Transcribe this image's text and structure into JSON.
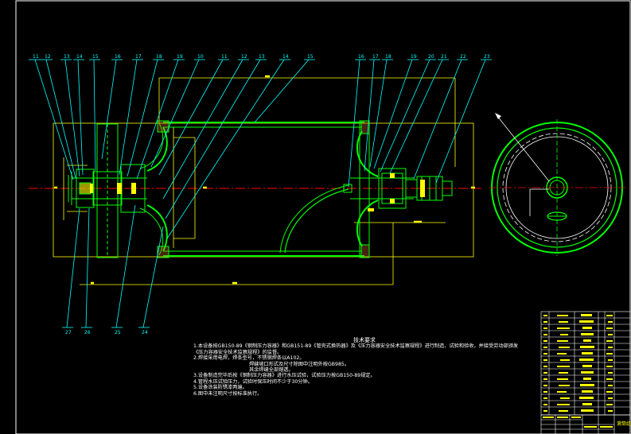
{
  "drawing": {
    "top_callouts": [
      "11",
      "12",
      "13",
      "14",
      "15",
      "16",
      "17",
      "18",
      "19",
      "10",
      "11",
      "12",
      "13",
      "14",
      "15",
      "16",
      "17",
      "18",
      "19",
      "20",
      "21",
      "22",
      "23"
    ],
    "bottom_callouts": [
      "27",
      "26",
      "25",
      "24"
    ],
    "colors": {
      "background": "#000000",
      "outline": "#00ff00",
      "dimension": "#ffff00",
      "leader": "#00ffff",
      "centerline": "#ff0000",
      "notes": "#ffffff"
    }
  },
  "tech_notes": {
    "title": "技术要求",
    "lines": [
      "1.本设备按GB150-89《钢制压力容器》和GB151-89《管壳式换热器》及《压力容器安全技术监察规程》进行制造、试验和验收，并接受劳动部颁发《压力容器安全技术监察规程》的监督。",
      "2.焊接采用电焊，焊条型号，不锈钢焊条以A102。",
      "焊缝坡口形式及尺寸除图中注明外按GB985。",
      "其余焊缝全部熔透。",
      "3.设备制造完毕后按《钢制压力容器》进行水压试验，试验压力按GB150-89规定。",
      "4.管程水压试验压力，试验时保压时间不少于30分钟。",
      "5.设备涂装防锈漆两遍。",
      "6.图中未注明尺寸按标准执行。"
    ]
  },
  "title_block": {
    "title": "滚筒组件"
  }
}
